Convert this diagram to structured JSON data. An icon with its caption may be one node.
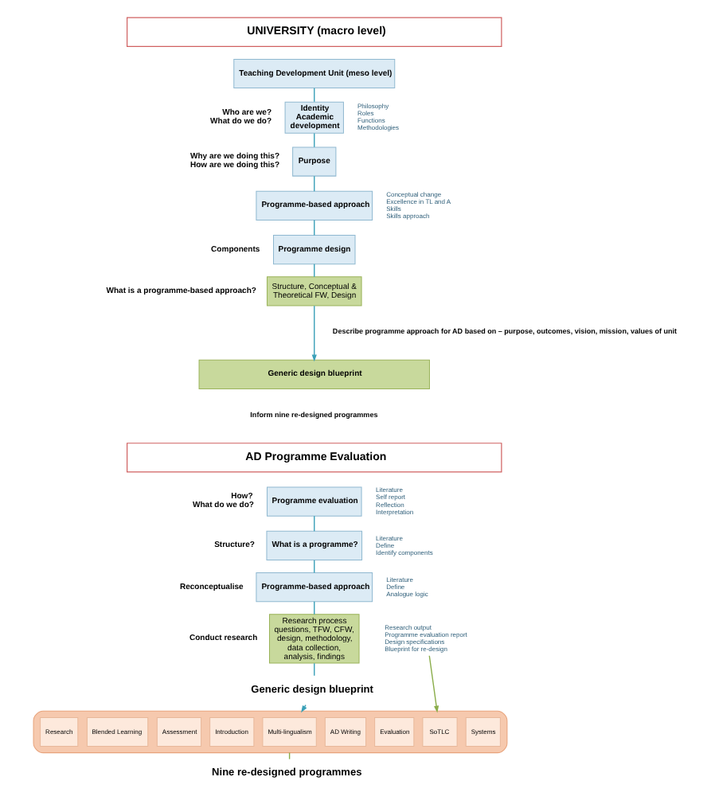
{
  "diagram": {
    "nodes": [
      {
        "text": [
          "UNIVERSITY (macro level)"
        ]
      },
      {
        "text": [
          "Teaching Development Unit (meso level)"
        ]
      },
      {
        "text": [
          "Identity Academic development"
        ]
      },
      {
        "text": [
          "Purpose"
        ]
      },
      {
        "text": [
          "Programme-based approach"
        ]
      },
      {
        "text": [
          "Programme design"
        ]
      },
      {
        "text": [
          "Structure, Conceptual & Theoretical FW, Design"
        ]
      },
      {
        "text": [
          "Generic design blueprint"
        ]
      },
      {
        "text": [
          "AD Programme Evaluation"
        ]
      },
      {
        "text": [
          "Programme evaluation"
        ]
      },
      {
        "text": [
          "What is a programme?"
        ]
      },
      {
        "text": [
          "Programme-based approach"
        ]
      },
      {
        "text": [
          "Research process questions, TFW, CFW, design, methodology, data collection, analysis, findings"
        ]
      },
      {
        "text": [
          "Generic design blueprint"
        ]
      },
      {
        "text": [],
        "shape": "box"
      },
      {
        "text": [
          "Research"
        ],
        "in": 14
      },
      {
        "text": [
          "Blended Learning"
        ],
        "in": 14
      },
      {
        "text": [
          "Assessment"
        ],
        "in": 14
      },
      {
        "text": [
          "Introduction"
        ],
        "in": 14
      },
      {
        "text": [
          "Multi-lingualism"
        ],
        "in": 14
      },
      {
        "text": [
          "AD Writing"
        ],
        "in": 14
      },
      {
        "text": [
          "Evaluation"
        ],
        "in": 14
      },
      {
        "text": [
          "SoTLC"
        ],
        "in": 14
      },
      {
        "text": [
          "Systems"
        ],
        "in": 14
      },
      {
        "text": [
          "Nine re-designed programmes"
        ]
      },
      {
        "text": [
          "Research output",
          "Programme evaluation report",
          "Design specifications",
          "Blueprint for re-design"
        ]
      }
    ],
    "edges": [
      {
        "from": 1,
        "to": 2,
        "arrow": "none"
      },
      {
        "from": 2,
        "to": 3,
        "arrow": "none"
      },
      {
        "from": 3,
        "to": 4,
        "arrow": "none"
      },
      {
        "from": 4,
        "to": 5,
        "arrow": "none"
      },
      {
        "from": 5,
        "to": 6,
        "arrow": "none"
      },
      {
        "from": 6,
        "to": 7,
        "arrow": "to"
      },
      {
        "from": 9,
        "to": 10,
        "arrow": "none"
      },
      {
        "from": 10,
        "to": 11,
        "arrow": "none"
      },
      {
        "from": 11,
        "to": 12,
        "arrow": "none"
      },
      {
        "from": 12,
        "to": 13,
        "arrow": "none"
      },
      {
        "from": 13,
        "to": 14,
        "arrow": "to"
      },
      {
        "from": 25,
        "to": 14,
        "arrow": "to",
        "color": "#8aad4a"
      },
      {
        "from": 14,
        "to": 24,
        "arrow": "none",
        "color": "#8aad4a"
      }
    ],
    "labels": [
      "Who are we?",
      "What do we do?",
      "Philosophy",
      "Roles",
      "Functions",
      "Methodologies",
      "Why are we doing this?",
      "How are we doing this?",
      "Conceptual change",
      "Excellence in TL and A",
      "Skills",
      "Skills approach",
      "Components",
      "What is a programme-based approach?",
      "Describe programme approach for AD based on – purpose, outcomes, vision, mission, values of unit",
      "Inform nine re-designed programmes",
      "How?",
      "What do we do?",
      "Literature",
      "Self report",
      "Reflection",
      "Interpretation",
      "Structure?",
      "Literature",
      "Define",
      "Identify components",
      "Reconceptualise",
      "Literature",
      "Define",
      "Analogue logic",
      "Conduct research"
    ]
  }
}
